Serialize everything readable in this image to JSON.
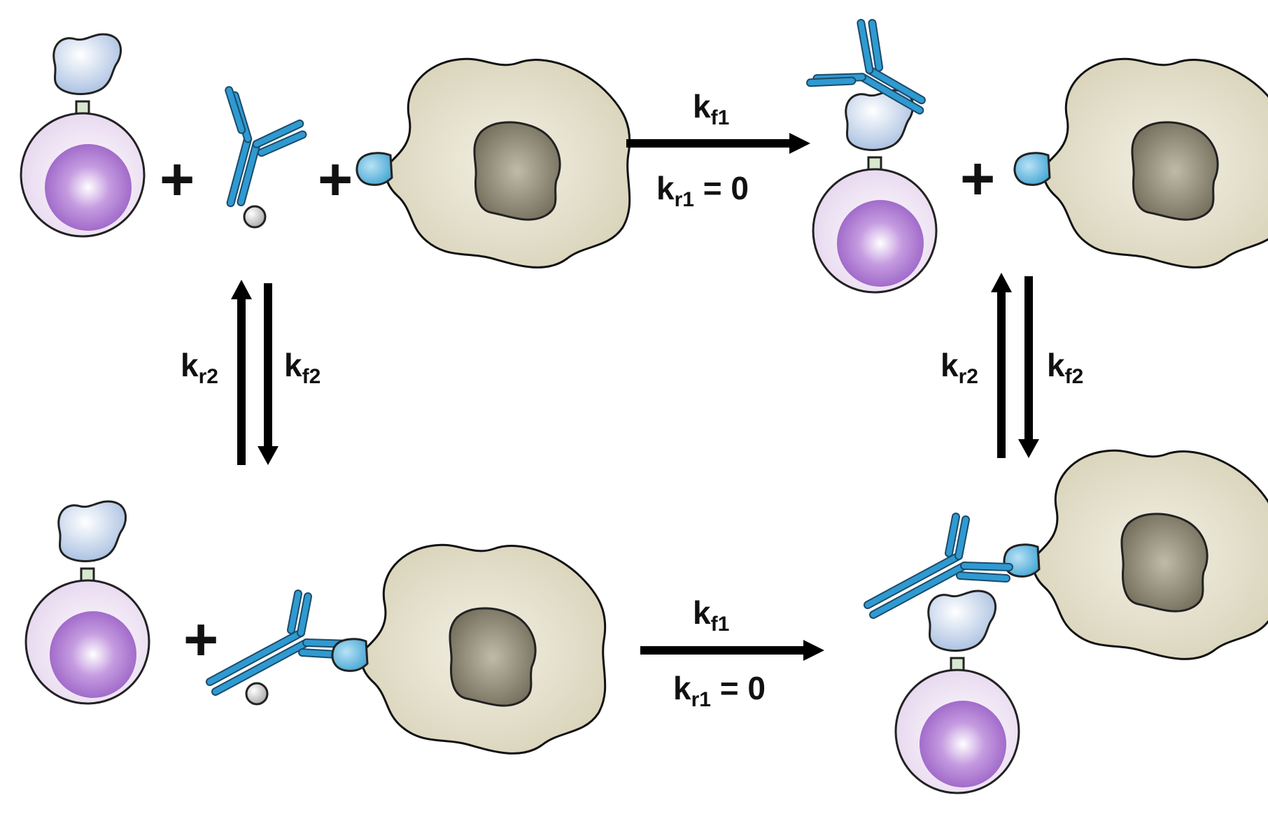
{
  "colors": {
    "antigen": "#b9cde8",
    "stalk": "#d8e8cf",
    "target_cell_outer": "#ede2f2",
    "target_cell_nucleus": "#a974cf",
    "antibody": "#2f9ad1",
    "fc_bead": "#c9c9c9",
    "fc_receptor": "#62b7dc",
    "effector_cell": "#dcd6bd",
    "effector_nucleus": "#7c7763",
    "arrow": "#000000"
  },
  "icons": [
    "target-cell-icon",
    "antibody-icon",
    "effector-cell-icon",
    "reaction-arrow-icon"
  ],
  "rates": {
    "top": {
      "forward": "k",
      "forward_sub": "f1",
      "reverse": "k",
      "reverse_sub": "r1",
      "reverse_val": " = 0"
    },
    "bottom": {
      "forward": "k",
      "forward_sub": "f1",
      "reverse": "k",
      "reverse_sub": "r1",
      "reverse_val": " = 0"
    },
    "left": {
      "reverse": "k",
      "reverse_sub": "r2",
      "forward": "k",
      "forward_sub": "f2"
    },
    "right": {
      "reverse": "k",
      "reverse_sub": "r2",
      "forward": "k",
      "forward_sub": "f2"
    }
  },
  "plus_sign": "+"
}
